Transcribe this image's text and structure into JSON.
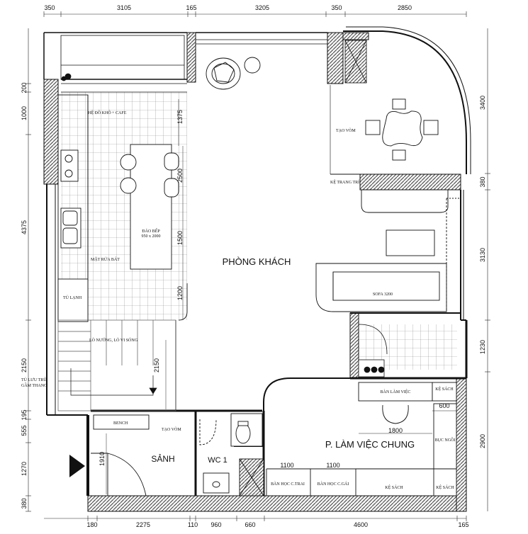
{
  "dimensions": {
    "top": [
      "350",
      "3105",
      "165",
      "3205",
      "350",
      "2850"
    ],
    "bottom": [
      "180",
      "2275",
      "110",
      "960",
      "660",
      "4600",
      "165"
    ],
    "left": [
      "200",
      "1000",
      "4375",
      "2150",
      "195",
      "555",
      "1270",
      "380"
    ],
    "right": [
      "3400",
      "380",
      "3130",
      "1230",
      "2900"
    ],
    "inner": {
      "d1375": "1375",
      "d2500": "2500",
      "d1500": "1500",
      "d1200": "1200",
      "d2150": "2150",
      "d1910": "1910",
      "d1800": "1800",
      "d600": "600",
      "d1100a": "1100",
      "d1100b": "1100"
    }
  },
  "rooms": {
    "living": "PHÒNG KHÁCH",
    "work": "P. LÀM VIỆC CHUNG",
    "lobby": "SẢNH",
    "wc": "WC 1"
  },
  "labels": {
    "cafe_shelf": "HỆ ĐỒ KHÔ + CAFE",
    "island": "ĐẢO BẾP",
    "island_size": "950 x 2000",
    "sink_counter": "MẶT RỬA BÁT",
    "fridge": "TỦ LẠNH",
    "oven": "LÒ NƯỚNG, LÒ VI SÓNG",
    "storage_1": "TỦ LƯU TRỮ",
    "storage_2": "GẦM THANG",
    "bench": "BENCH",
    "arch_lobby": "TẠO VÒM",
    "arch_dining": "TẠO VÒM",
    "decor_shelf": "KỆ TRANG TRÍ",
    "sofa": "SOFA 3200",
    "desk": "BÀN LÀM VIỆC",
    "bookshelf_top": "KỆ SÁCH",
    "reading_seat": "BỤC NGỒI",
    "bookshelf_bottom": "KỆ SÁCH",
    "bookshelf_corner": "KỆ SÁCH",
    "desk_boy": "BÀN HỌC C.TRAI",
    "desk_girl": "BÀN HỌC C.GÁI"
  }
}
